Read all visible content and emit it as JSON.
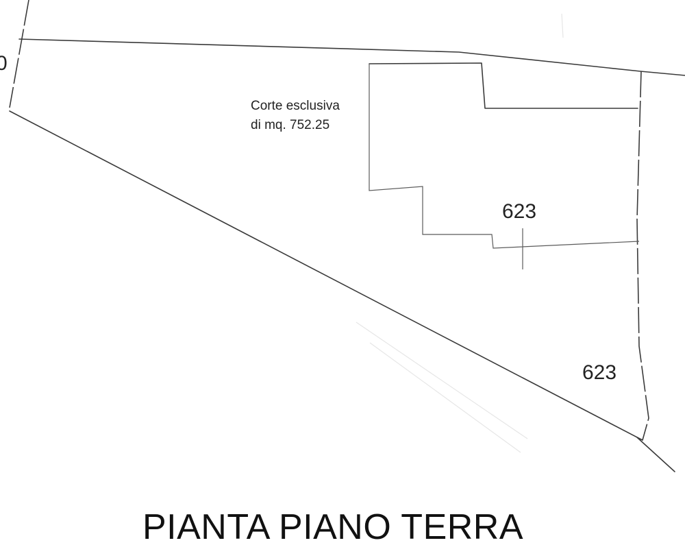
{
  "diagram": {
    "edge_label": "0",
    "court_label_line1": "Corte esclusiva",
    "court_label_line2": "di mq. 752.25",
    "parcel_label_upper": "623",
    "parcel_label_lower": "623",
    "title": "PIANTA PIANO TERRA"
  },
  "colors": {
    "line": "#3a3a3a",
    "text": "#222222",
    "background": "#ffffff"
  }
}
